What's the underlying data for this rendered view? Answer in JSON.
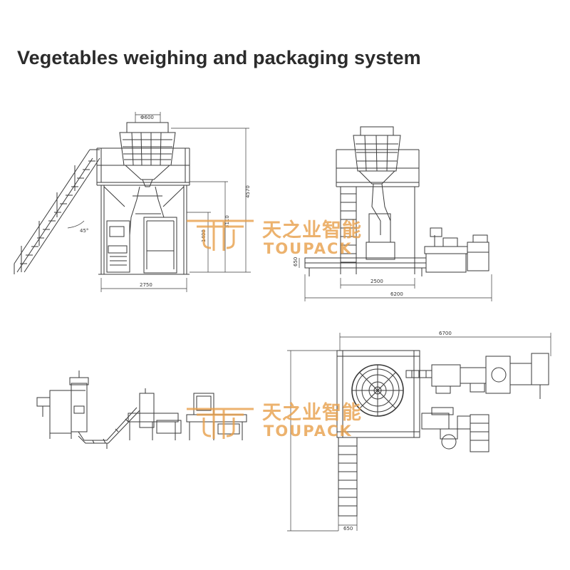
{
  "title": "Vegetables weighing and packaging system",
  "dimensions": {
    "front_top_width": "Φ600",
    "front_base_width": "2750",
    "front_height_overall": "4570",
    "front_height_mid": "3110",
    "front_height_low": "1400",
    "front_stair_angle": "45°",
    "side_base_inner": "2500",
    "side_base_overall": "6200",
    "side_conveyor_height": "650",
    "plan_overall_width": "6700",
    "plan_conveyor_width": "650"
  },
  "watermark": {
    "cn": "天之业智能",
    "en": "TOUPACK",
    "color": "#e8a04a"
  },
  "colors": {
    "line": "#3a3a3a",
    "accent": "#e8a04a"
  }
}
